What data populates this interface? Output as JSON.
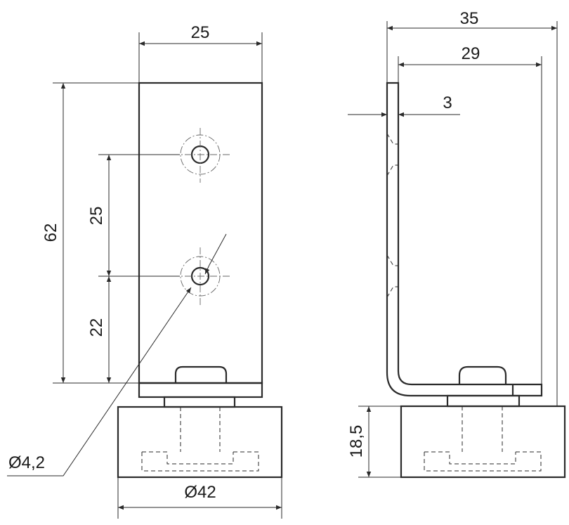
{
  "front_view": {
    "dim_width": "25",
    "dim_height": "62",
    "dim_hole_spacing": "25",
    "dim_hole_from_base": "22",
    "dim_hole_diameter": "Ø4,2",
    "dim_base_diameter": "Ø42"
  },
  "side_view": {
    "dim_total_depth": "35",
    "dim_inner_depth": "29",
    "dim_thickness": "3",
    "dim_base_height": "18,5"
  },
  "colors": {
    "line": "#2a2a2a",
    "background": "#ffffff"
  }
}
